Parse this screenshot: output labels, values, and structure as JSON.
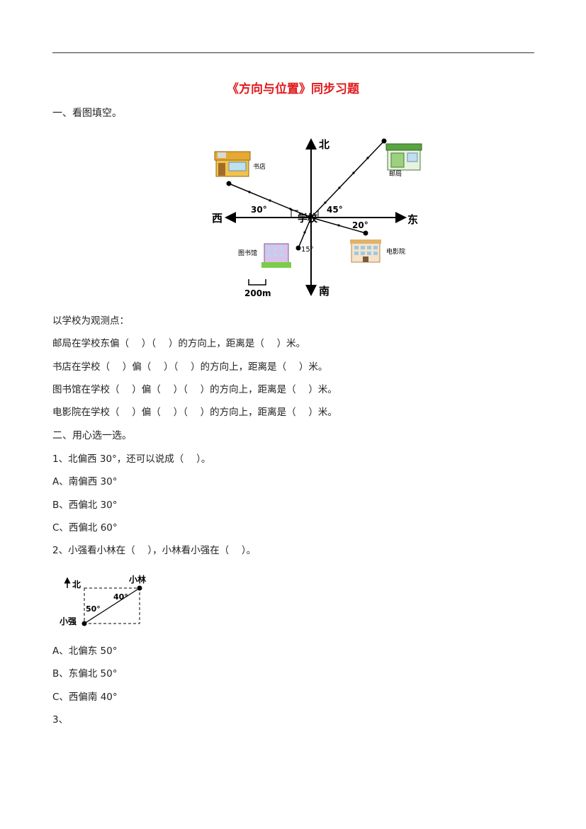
{
  "title": "《方向与位置》同步习题",
  "section1": {
    "heading": "一、看图填空。",
    "diagram": {
      "north": "北",
      "south": "南",
      "east": "东",
      "west": "西",
      "center": "学校",
      "bookstore": "书店",
      "post_office": "邮局",
      "library": "图书馆",
      "cinema": "电影院",
      "angle_bookstore": "30°",
      "angle_post": "45°",
      "angle_cinema": "20°",
      "angle_library": "15°",
      "scale": "200m"
    },
    "observe": "以学校为观测点：",
    "q1": "邮局在学校东偏（　 ）（　 ）的方向上，距离是（　 ）米。",
    "q2": "书店在学校（　 ）偏（　 ）（　 ）的方向上，距离是（　 ）米。",
    "q3": "图书馆在学校（　 ）偏（　 ）（　 ）的方向上，距离是（　 ）米。",
    "q4": "电影院在学校（　 ）偏（　 ）（　 ）的方向上，距离是（　 ）米。"
  },
  "section2": {
    "heading": "二、用心选一选。",
    "q1": {
      "text": "1、北偏西 30°，还可以说成（　 ）。",
      "options": [
        "A、南偏西 30°",
        "B、西偏北 30°",
        "C、西偏北 60°"
      ]
    },
    "q2": {
      "text": "2、小强看小林在（　 ），小林看小强在（　 ）。",
      "diagram": {
        "north": "北",
        "xiaolin": "小林",
        "xiaoqiang": "小强",
        "angle_a": "40°",
        "angle_b": "50°"
      },
      "options": [
        "A、北偏东 50°",
        "B、东偏北 50°",
        "C、西偏南 40°"
      ]
    },
    "q3": {
      "text": "3、"
    }
  },
  "colors": {
    "title": "#e0191b",
    "text": "#222222"
  }
}
